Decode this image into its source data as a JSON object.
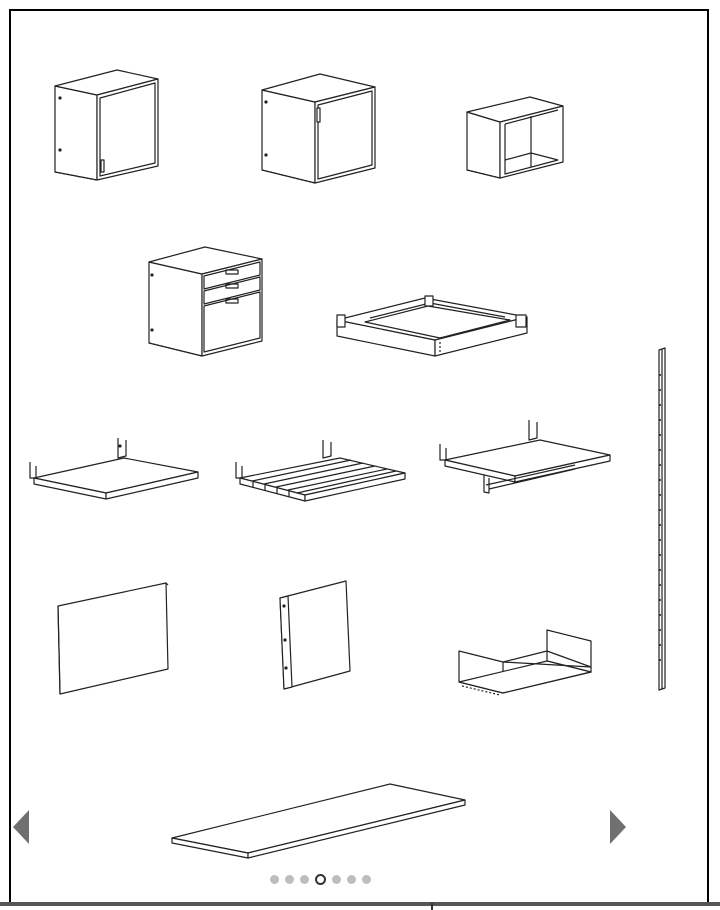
{
  "carousel": {
    "prev_icon": "triangle-left",
    "next_icon": "triangle-right",
    "active_index": 3,
    "dots": [
      {
        "active": false
      },
      {
        "active": false
      },
      {
        "active": false
      },
      {
        "active": true
      },
      {
        "active": false
      },
      {
        "active": false
      },
      {
        "active": false
      }
    ]
  },
  "colors": {
    "line": "#222222",
    "arrow": "#707070",
    "dot_inactive": "#bdbdbd",
    "dot_active_border": "#333333",
    "frame": "#000000"
  },
  "items": [
    {
      "name": "wall-cabinet-door-left"
    },
    {
      "name": "wall-cabinet-door-right"
    },
    {
      "name": "open-shelf-unit"
    },
    {
      "name": "drawer-unit"
    },
    {
      "name": "pull-out-tray"
    },
    {
      "name": "shelf-with-brackets"
    },
    {
      "name": "slatted-shelf"
    },
    {
      "name": "shelf-with-rail"
    },
    {
      "name": "wall-upright-rail"
    },
    {
      "name": "wall-panel"
    },
    {
      "name": "cabinet-door"
    },
    {
      "name": "shoe-shelf"
    },
    {
      "name": "worktop-board"
    }
  ]
}
